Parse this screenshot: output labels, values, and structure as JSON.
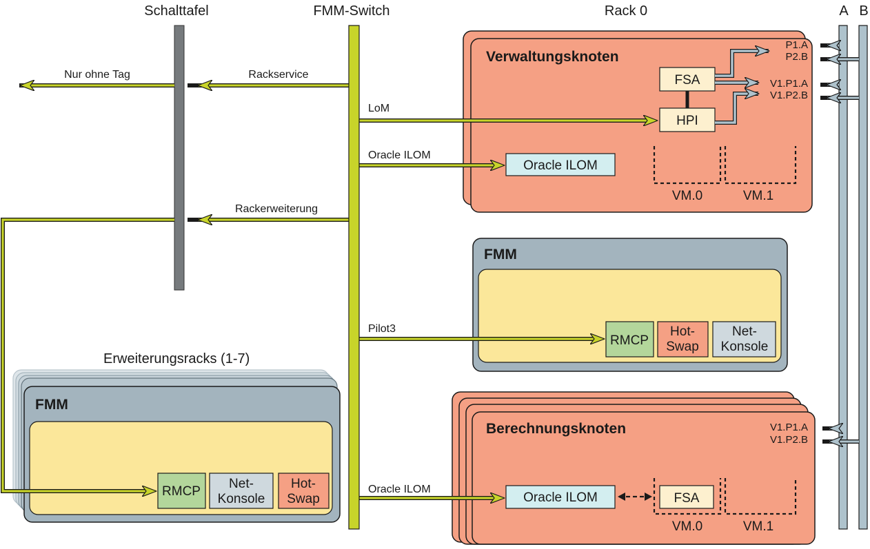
{
  "headers": {
    "schalttafel": "Schalttafel",
    "fmm_switch": "FMM-Switch",
    "rack0": "Rack 0",
    "bus_a": "A",
    "bus_b": "B"
  },
  "links": {
    "nur_ohne_tag": "Nur ohne Tag",
    "rackservice": "Rackservice",
    "lom": "LoM",
    "oracle_ilom_1": "Oracle ILOM",
    "rackerweiterung": "Rackerweiterung",
    "pilot3": "Pilot3",
    "oracle_ilom_2": "Oracle ILOM"
  },
  "management_node": {
    "title": "Verwaltungsknoten",
    "fsa": "FSA",
    "hpi": "HPI",
    "ilom": "Oracle ILOM",
    "vm0": "VM.0",
    "vm1": "VM.1",
    "ports": [
      "P1.A",
      "P2.B",
      "V1.P1.A",
      "V1.P2.B"
    ]
  },
  "fmm_rack0": {
    "title": "FMM",
    "rmcp": "RMCP",
    "hotswap_1": "Hot-",
    "hotswap_2": "Swap",
    "netkonsole_1": "Net-",
    "netkonsole_2": "Konsole"
  },
  "expansion": {
    "caption": "Erweiterungsracks (1-7)",
    "title": "FMM",
    "rmcp": "RMCP",
    "netkonsole_1": "Net-",
    "netkonsole_2": "Konsole",
    "hotswap_1": "Hot-",
    "hotswap_2": "Swap"
  },
  "compute_node": {
    "title": "Berechnungsknoten",
    "ilom": "Oracle ILOM",
    "fsa": "FSA",
    "vm0": "VM.0",
    "vm1": "VM.1",
    "ports": [
      "V1.P1.A",
      "V1.P2.B"
    ]
  },
  "colors": {
    "bus_green": "#c8d42a",
    "panel_gray": "#767a7d",
    "node_salmon": "#f5a084",
    "fmm_slate": "#a3b4be",
    "inner_yellow": "#fbe79a",
    "ilom_cyan": "#d3eef0",
    "rmcp_green": "#b3d69b",
    "netkonsole_gray": "#cfd9de",
    "fsa_cream": "#fdf0cf",
    "bus_blue": "#aec2cc"
  }
}
